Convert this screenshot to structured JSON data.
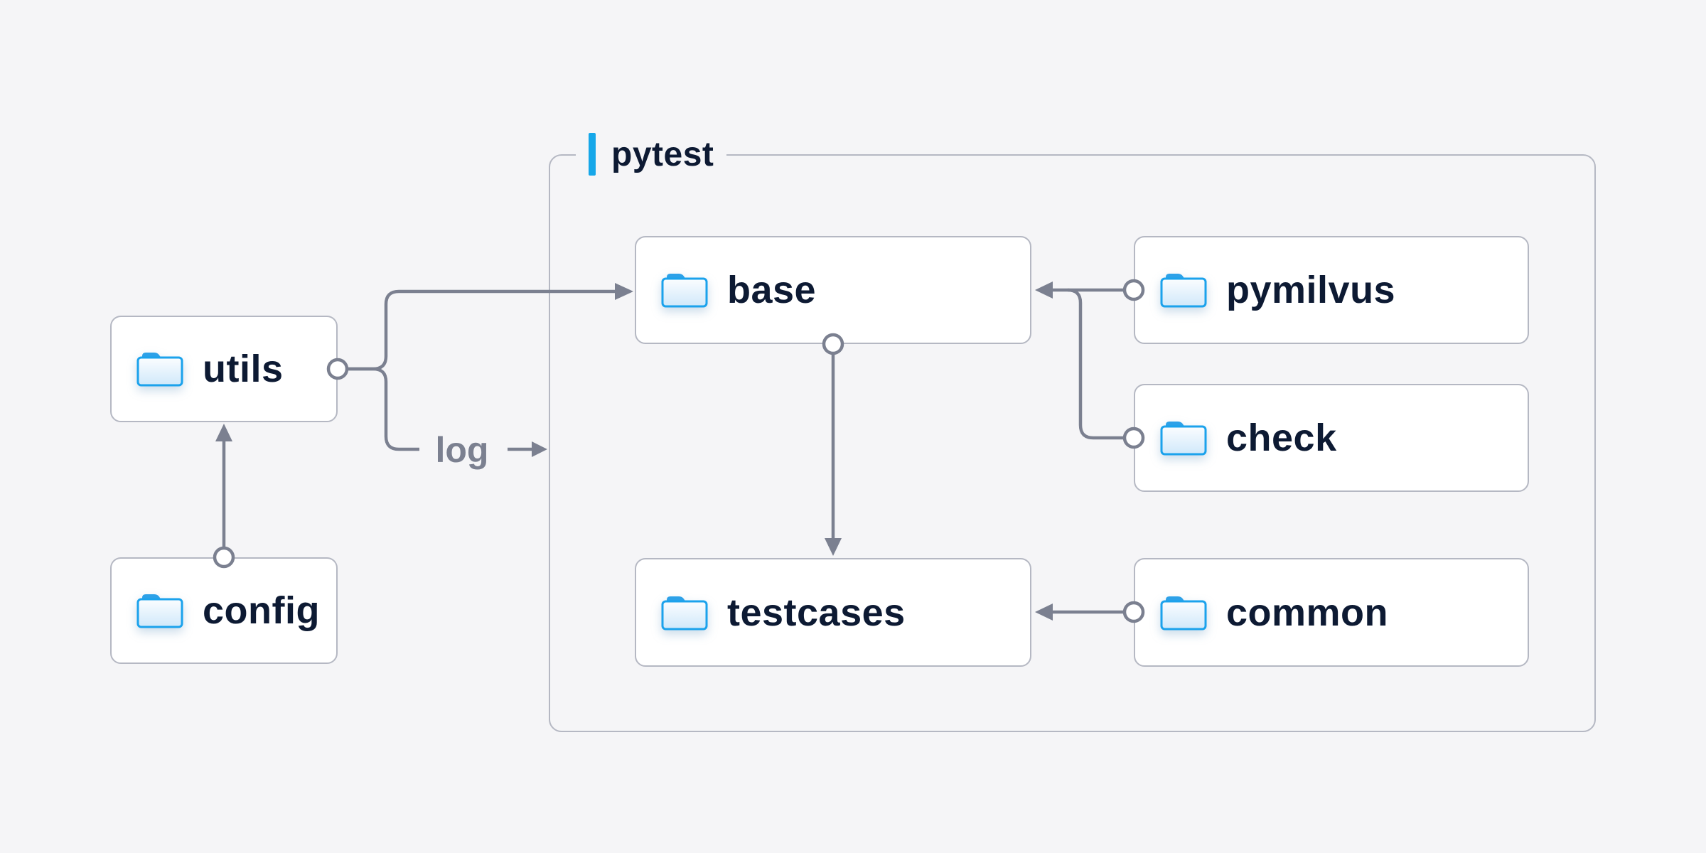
{
  "diagram": {
    "group": {
      "label": "pytest",
      "members": [
        "base",
        "pymilvus",
        "check",
        "testcases",
        "common"
      ]
    },
    "nodes": [
      {
        "id": "utils",
        "label": "utils",
        "inside_pytest": false
      },
      {
        "id": "config",
        "label": "config",
        "inside_pytest": false
      },
      {
        "id": "base",
        "label": "base",
        "inside_pytest": true
      },
      {
        "id": "pymilvus",
        "label": "pymilvus",
        "inside_pytest": true
      },
      {
        "id": "check",
        "label": "check",
        "inside_pytest": true
      },
      {
        "id": "testcases",
        "label": "testcases",
        "inside_pytest": true
      },
      {
        "id": "common",
        "label": "common",
        "inside_pytest": true
      }
    ],
    "edge_label": "log",
    "edges": [
      {
        "from": "config",
        "to": "utils"
      },
      {
        "from": "utils",
        "to": "base"
      },
      {
        "from": "utils",
        "to": "pytest-border",
        "label": "log"
      },
      {
        "from": "base",
        "to": "testcases"
      },
      {
        "from": "pymilvus",
        "to": "base"
      },
      {
        "from": "check",
        "to": "base"
      },
      {
        "from": "common",
        "to": "testcases"
      }
    ],
    "colors": {
      "background": "#f5f5f7",
      "node_fill": "#ffffff",
      "node_border": "#b5b8c3",
      "container_border": "#b5b8c3",
      "connector": "#7b8090",
      "label_text": "#0d1a33",
      "muted_text": "#7b8090",
      "folder_outline": "#1ba2ec",
      "folder_tab": "#2da1e8",
      "accent_bar": "#16a7e9"
    }
  }
}
